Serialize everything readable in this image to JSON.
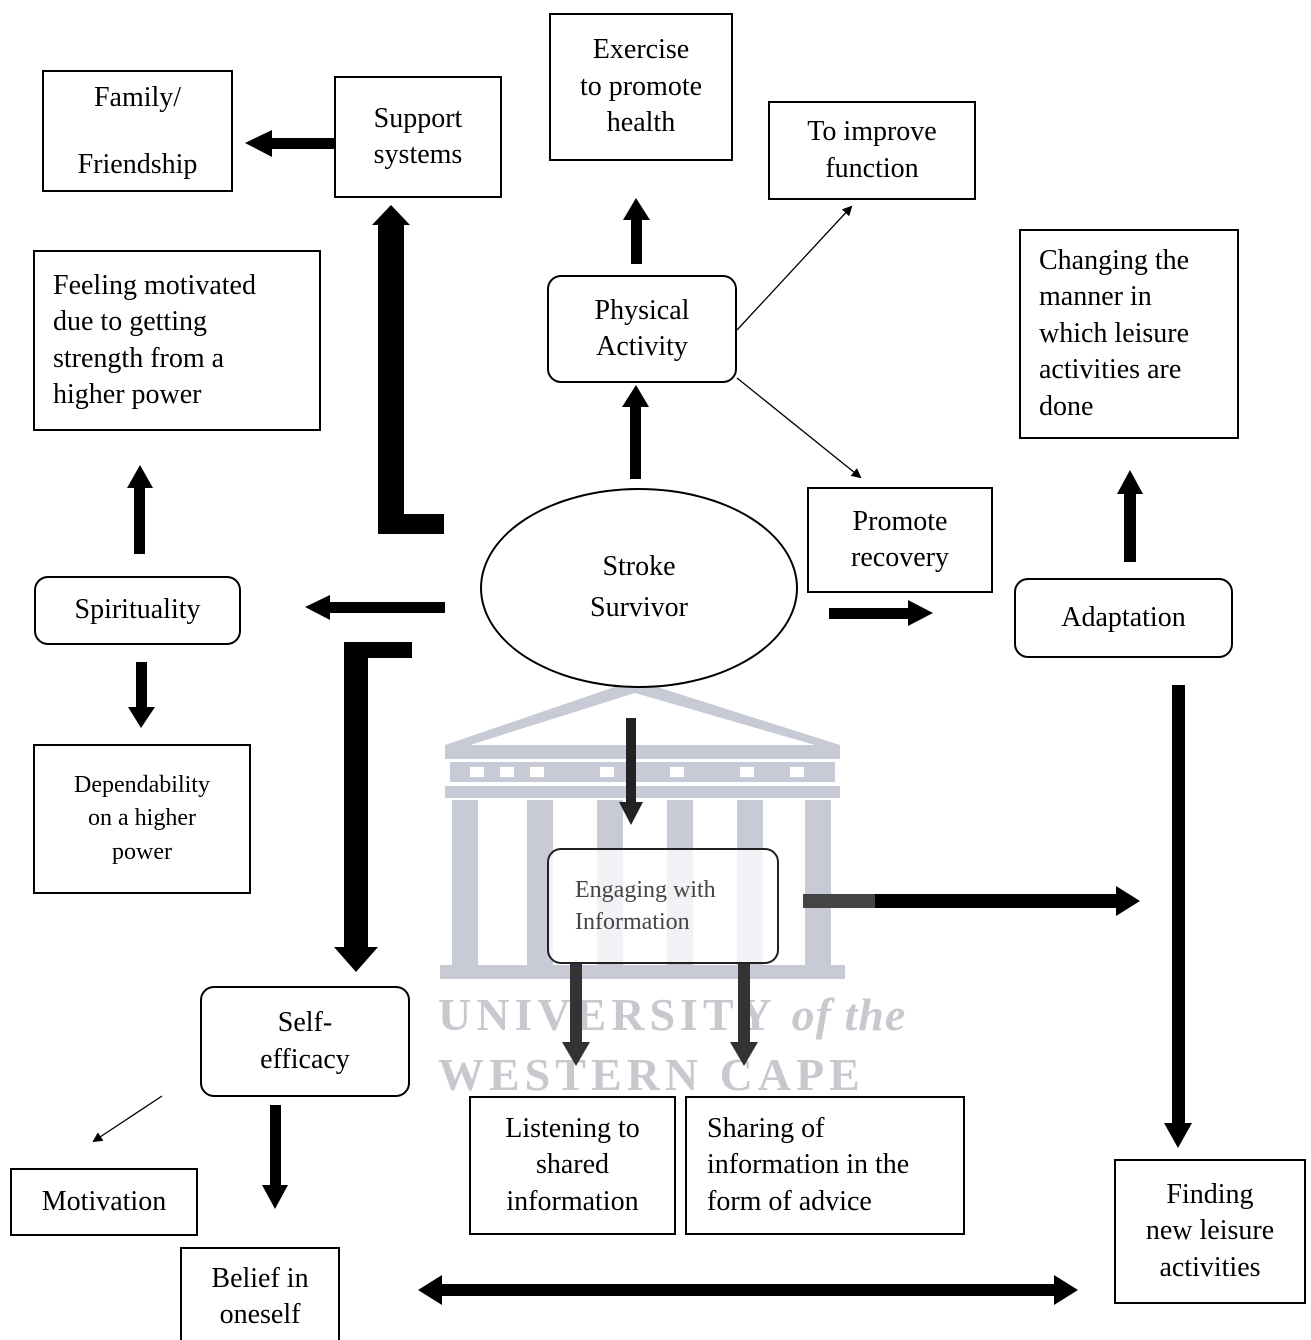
{
  "nodes": {
    "stroke_survivor": "Stroke\nSurvivor",
    "support_systems": "Support\nsystems",
    "family_friendship": "Family/\n\nFriendship",
    "exercise": "Exercise\nto promote\nhealth",
    "improve_function": "To improve\nfunction",
    "physical_activity": "Physical\nActivity",
    "feeling_motivated": "Feeling motivated\ndue to getting\nstrength from a\nhigher power",
    "changing_manner": "Changing the\nmanner in\nwhich leisure\nactivities are\ndone",
    "promote_recovery": "Promote\nrecovery",
    "spirituality": "Spirituality",
    "adaptation": "Adaptation",
    "dependability": "Dependability\non a higher\npower",
    "engaging_information": "Engaging with\nInformation",
    "self_efficacy": "Self-\nefficacy",
    "motivation": "Motivation",
    "listening": "Listening to\nshared\ninformation",
    "sharing": "Sharing of\ninformation in the\nform of advice",
    "finding_leisure": "Finding\nnew leisure\nactivities",
    "belief": "Belief in\noneself"
  },
  "watermark": {
    "line1_main": "UNIVERSITY",
    "line1_italic": "of the",
    "line2": "WESTERN CAPE"
  },
  "colors": {
    "line": "#000000",
    "watermark": "#c7c9cf"
  }
}
